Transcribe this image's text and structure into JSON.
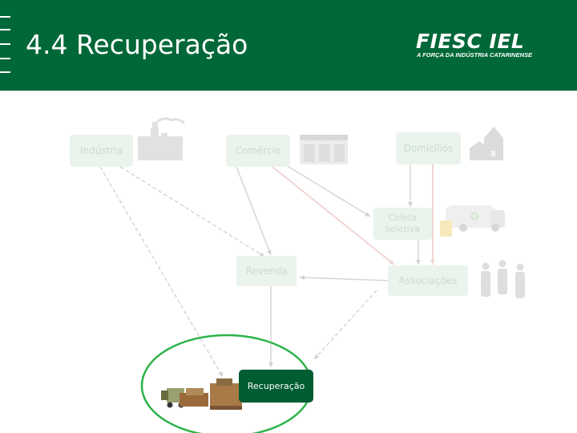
{
  "slide": {
    "title": "4.4 Recuperação"
  },
  "logo": {
    "name": "FIESC IEL",
    "tagline": "A FORÇA DA INDÚSTRIA CATARINENSE"
  },
  "nodes": {
    "industria": "Indústria",
    "comercio": "Comércio",
    "domicilios": "Domicílios",
    "coleta": "Coleta seletiva",
    "revenda": "Revenda",
    "associacoes": "Associações",
    "recuperacao": "Recuperação"
  },
  "icons": [
    "factory-icon",
    "storefront-icon",
    "houses-icon",
    "recycling-truck-icon",
    "people-icon",
    "forklift-boxes-icon"
  ],
  "colors": {
    "header": "#006838",
    "active_node": "#005c31",
    "faded_node": "#eaf3ec",
    "highlight_ellipse": "#2db34a"
  }
}
